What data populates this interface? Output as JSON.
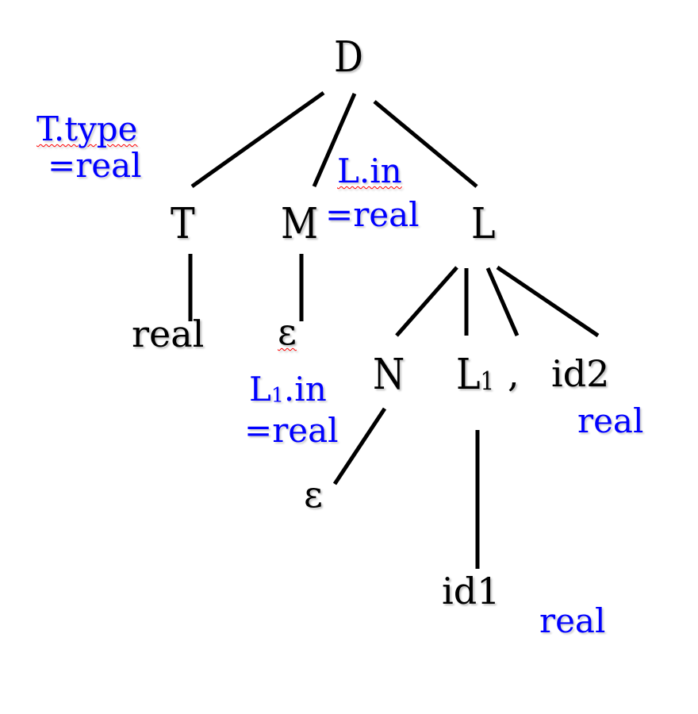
{
  "diagram": {
    "type": "annotated-parse-tree",
    "edge_color": "#000000",
    "node_color": "#000000",
    "annotation_color": "#0000ff",
    "spellcheck_underline_color": "#ff0000",
    "nodes": {
      "D": "D",
      "T": "T",
      "M": "M",
      "L": "L",
      "real_leaf": "real",
      "eps_M": "ε",
      "N": "N",
      "L1_main": "L",
      "L1_sub": "1",
      "comma": ",",
      "id2": "id2",
      "eps_N": "ε",
      "id1": "id1"
    },
    "annotations": {
      "t_type_line1": "T.type",
      "t_type_line2": "=real",
      "l_in_line1": "L.in",
      "l_in_line2": "=real",
      "l1_in_main": "L",
      "l1_in_sub": "1",
      "l1_in_rest": ".in",
      "l1_in_line2": "=real",
      "id2_type": "real",
      "id1_type": "real"
    },
    "edges": [
      {
        "from": "D",
        "to": "T"
      },
      {
        "from": "D",
        "to": "M"
      },
      {
        "from": "D",
        "to": "L"
      },
      {
        "from": "T",
        "to": "real"
      },
      {
        "from": "M",
        "to": "ε"
      },
      {
        "from": "L",
        "to": "N"
      },
      {
        "from": "L",
        "to": "L1"
      },
      {
        "from": "L",
        "to": ","
      },
      {
        "from": "L",
        "to": "id2"
      },
      {
        "from": "N",
        "to": "ε"
      },
      {
        "from": "L1",
        "to": "id1"
      }
    ]
  }
}
